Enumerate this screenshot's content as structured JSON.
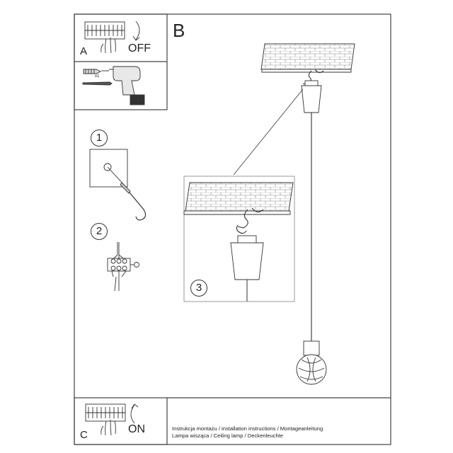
{
  "panels": {
    "a_label": "A",
    "b_label": "B",
    "c_label": "C",
    "off_label": "OFF",
    "on_label": "ON",
    "drill_qty": "x1"
  },
  "steps": {
    "step1": "1",
    "step2": "2",
    "step3": "3"
  },
  "footer": {
    "line1": "Instrukcja montażu / installation instructions / Montageanleitung",
    "line2": "Lampa wisząca / Ceiling lamp / Deckenleuchte"
  },
  "colors": {
    "line": "#333333",
    "frame": "#444444",
    "background": "#ffffff"
  }
}
